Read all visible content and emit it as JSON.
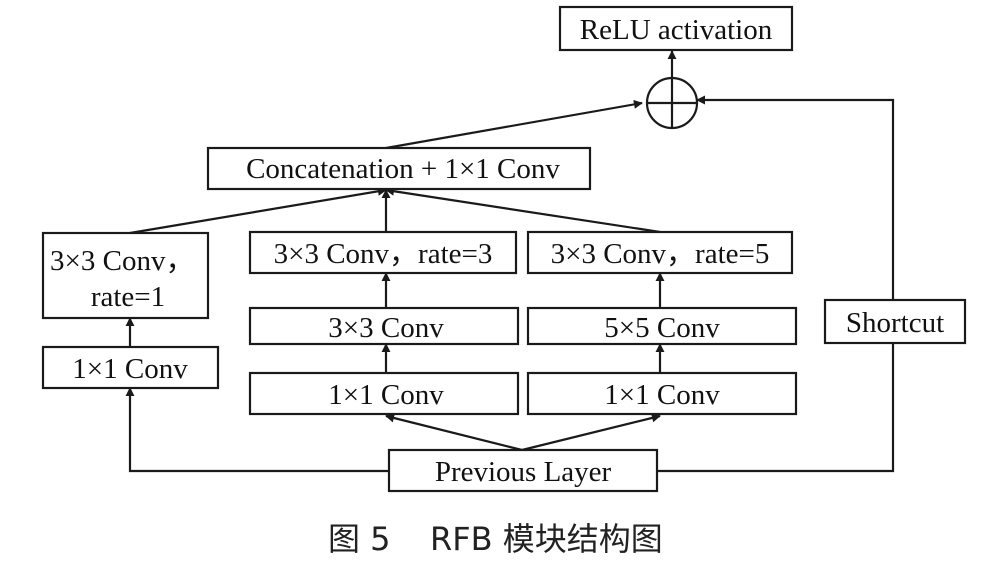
{
  "diagram": {
    "nodes": {
      "relu": "ReLU activation",
      "concat": "Concatenation + 1×1 Conv",
      "branch1_dilated_line1": "3×3 Conv，",
      "branch1_dilated_line2": "rate=1",
      "branch1_conv1x1": "1×1 Conv",
      "branch2_dilated": "3×3 Conv，rate=3",
      "branch2_conv3x3": "3×3 Conv",
      "branch2_conv1x1": "1×1 Conv",
      "branch3_dilated": "3×3 Conv，rate=5",
      "branch3_conv5x5": "5×5 Conv",
      "branch3_conv1x1": "1×1 Conv",
      "shortcut": "Shortcut",
      "previous_layer": "Previous Layer"
    },
    "add_operator_symbol": "⊕"
  },
  "caption": {
    "figure_number": "图 5",
    "title": "RFB 模块结构图"
  }
}
